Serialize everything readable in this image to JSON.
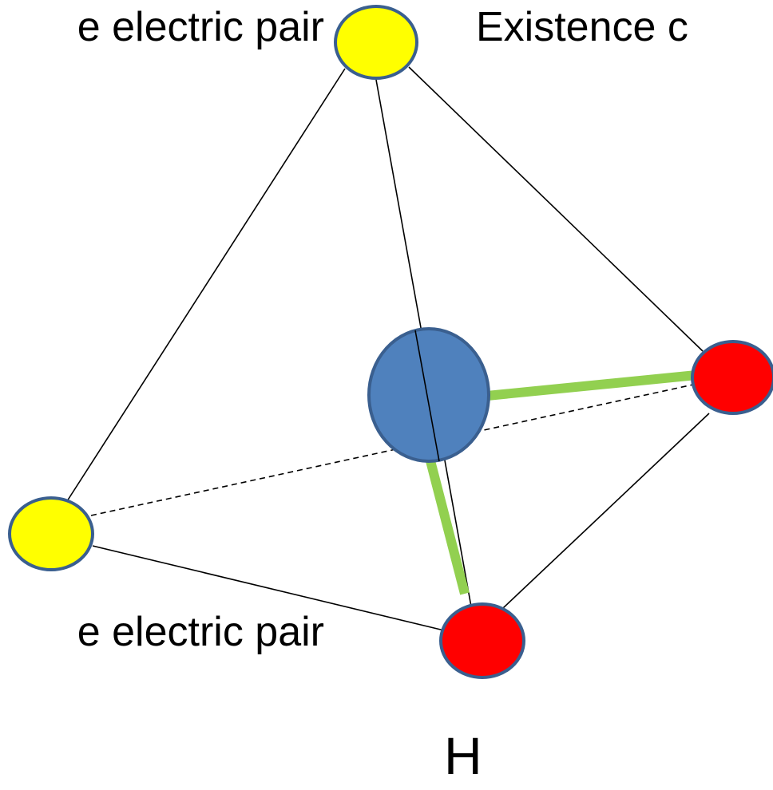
{
  "labels": {
    "top_left": "e electric pair",
    "top_right": "Existence c",
    "bottom_left": "e electric pair",
    "h": "H"
  },
  "colors": {
    "lone_pair": "#ffff00",
    "hydrogen": "#ff0000",
    "central_atom": "#4f81bd",
    "outline": "#3a5f8f",
    "bond": "#92d050",
    "edge": "#000000"
  }
}
